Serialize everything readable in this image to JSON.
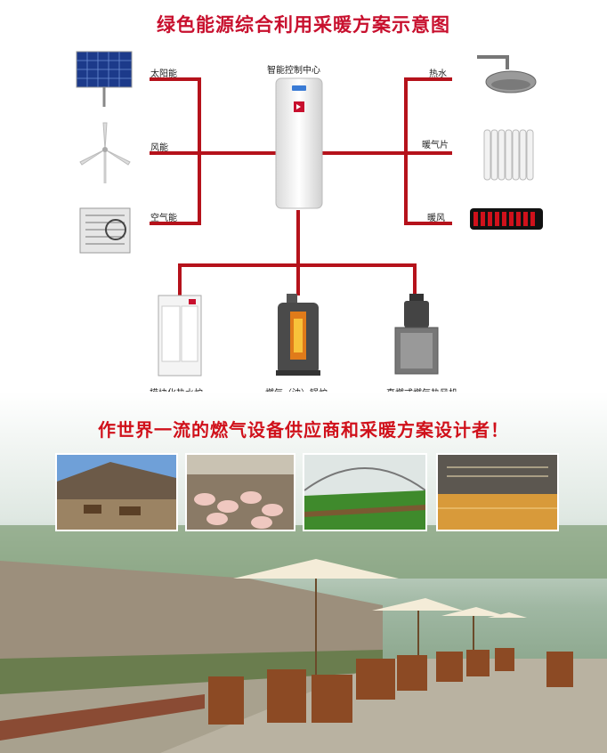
{
  "title": "绿色能源综合利用采暖方案示意图",
  "center_label": "智能控制中心",
  "sources": [
    {
      "label": "太阳能",
      "icon": "solar-panel-icon"
    },
    {
      "label": "风能",
      "icon": "wind-turbine-icon"
    },
    {
      "label": "空气能",
      "icon": "air-source-unit-icon"
    }
  ],
  "outputs": [
    {
      "label": "热水",
      "icon": "shower-head-icon"
    },
    {
      "label": "暖气片",
      "icon": "radiator-icon"
    },
    {
      "label": "暖风",
      "icon": "fan-coil-heater-icon"
    }
  ],
  "equipment": [
    {
      "label": "模块化热水炉",
      "icon": "modular-water-heater-icon"
    },
    {
      "label": "燃气（油）锅炉",
      "icon": "gas-oil-boiler-icon"
    },
    {
      "label": "直燃式燃气热风机",
      "icon": "direct-fired-heater-icon"
    }
  ],
  "slogan": "作世界一流的燃气设备供应商和采暖方案设计者！",
  "colors": {
    "accent": "#b5121b",
    "title": "#c8102e"
  }
}
